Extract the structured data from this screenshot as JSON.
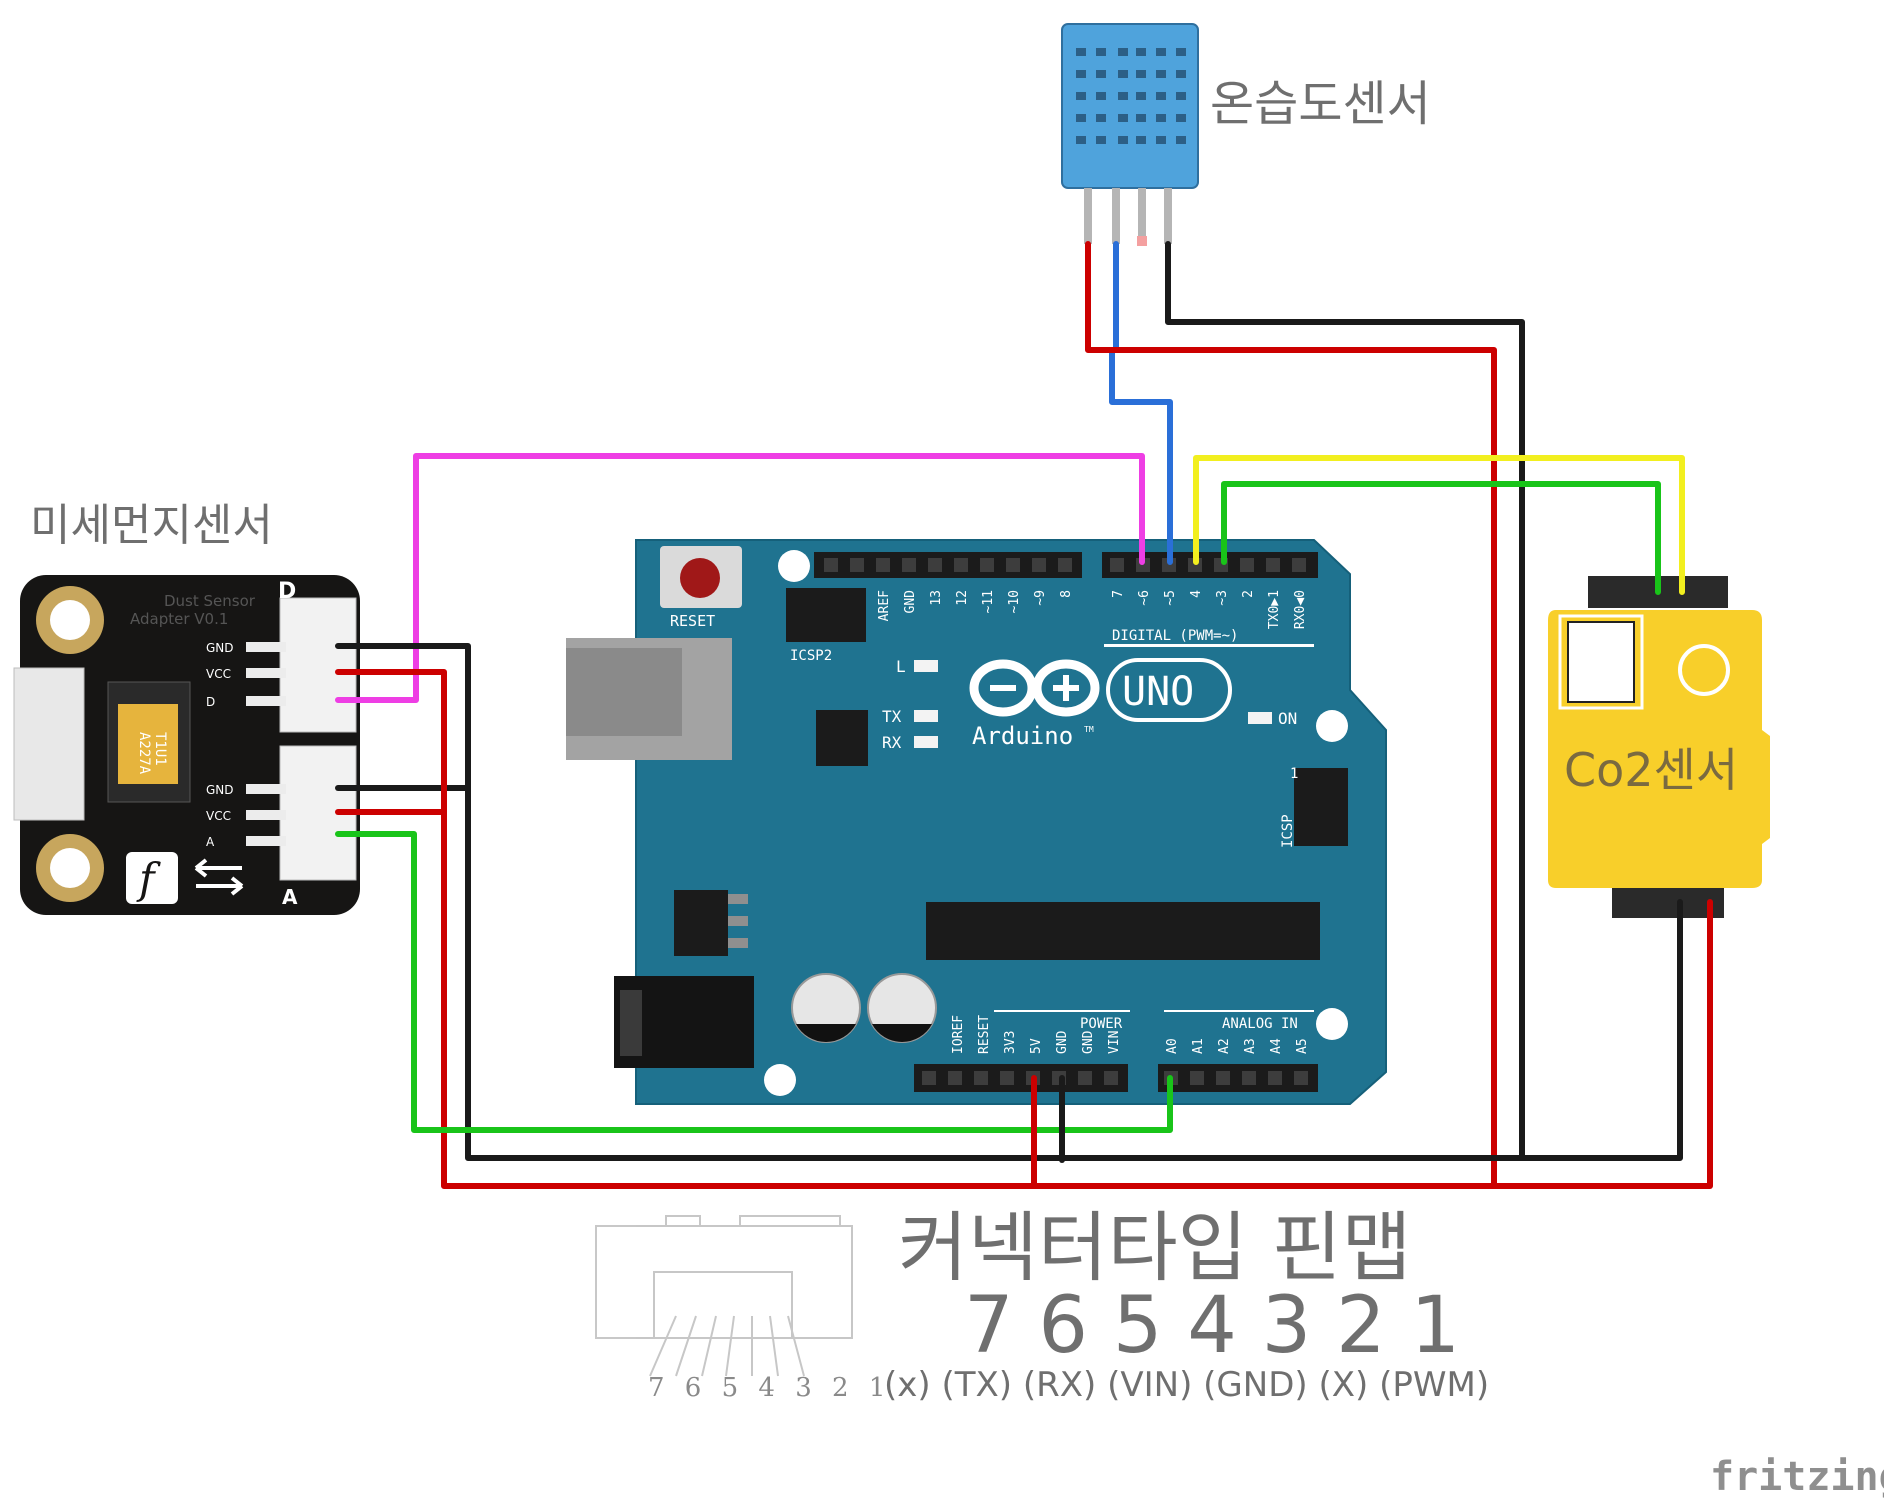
{
  "labels": {
    "humidity_sensor": "온습도센서",
    "dust_sensor": "미세먼지센서",
    "co2_sensor": "Co2센서",
    "pinmap_title": "커넥터타입 핀맵",
    "pinmap_numbers": "7 6 5 4 3 2 1",
    "pinmap_functions": "(x) (TX) (RX) (VIN) (GND) (X) (PWM)",
    "pinmap_small_numbers": "7 6 5 4 3 2 1",
    "fritzing": "fritzing"
  },
  "arduino": {
    "reset": "RESET",
    "icsp2": "ICSP2",
    "icsp": "ICSP",
    "icsp_pin1": "1",
    "led_l": "L",
    "led_tx": "TX",
    "led_rx": "RX",
    "on": "ON",
    "digital": "DIGITAL (PWM=~)",
    "uno": "UNO",
    "brand": "Arduino",
    "tm": "TM",
    "power": "POWER",
    "analog_in": "ANALOG IN",
    "top_pins": [
      "AREF",
      "GND",
      "13",
      "12",
      "~11",
      "~10",
      "~9",
      "8"
    ],
    "top_pins_right": [
      "7",
      "~6",
      "~5",
      "4",
      "~3",
      "2",
      "TX0▶1",
      "RX0◀0"
    ],
    "power_pins": [
      "IOREF",
      "RESET",
      "3V3",
      "5V",
      "GND",
      "GND",
      "VIN"
    ],
    "analog_pins": [
      "A0",
      "A1",
      "A2",
      "A3",
      "A4",
      "A5"
    ]
  },
  "dust_board": {
    "title_line1": "Dust Sensor",
    "title_line2": "Adapter V0.1",
    "pin_gnd": "GND",
    "pin_vcc": "VCC",
    "pin_d": "D",
    "pin_a": "A",
    "port_d": "D",
    "port_a": "A",
    "chip": "A227A",
    "chip2": "T1U1",
    "logo": "f"
  },
  "colors": {
    "wire_red": "#cc0000",
    "wire_black": "#1a1a1a",
    "wire_green": "#19c419",
    "wire_yellow": "#f2ef1f",
    "wire_magenta": "#ee3ee4",
    "wire_blue": "#2a6fd8",
    "board": "#1f7390",
    "co2": "#f8cf2a",
    "dht": "#4fa3dc"
  }
}
